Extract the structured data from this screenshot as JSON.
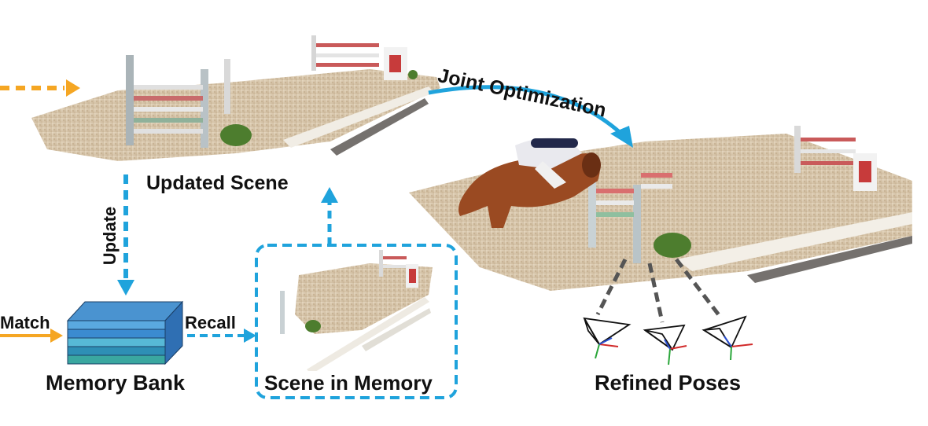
{
  "labels": {
    "updated_scene": "Updated Scene",
    "update": "Update",
    "match": "Match",
    "memory_bank": "Memory Bank",
    "recall": "Recall",
    "scene_in_memory": "Scene in Memory",
    "refined_poses": "Refined Poses",
    "joint_optimization": "Joint Optimization"
  },
  "colors": {
    "blue_arrow": "#1fa3dc",
    "orange_arrow": "#f5a623",
    "memory_layer_top": "#4a93d0",
    "memory_layers": [
      "#2f6fb3",
      "#5aa9e0",
      "#3b8bd0",
      "#57b9d6",
      "#2e8fb5",
      "#3aa7a0"
    ],
    "sand": "#d8c7ad",
    "horse": "#9a4a22"
  },
  "icons": [
    "camera-frustum-icon",
    "memory-bank-stack-icon"
  ]
}
